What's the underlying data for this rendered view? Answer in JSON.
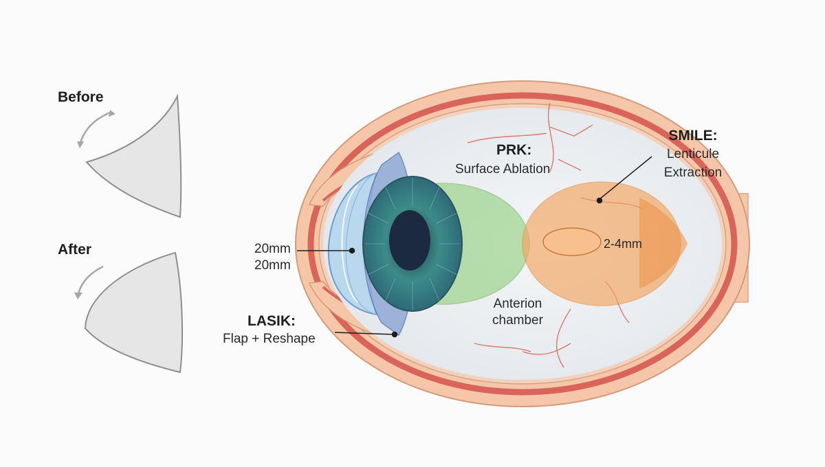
{
  "shape_panel": {
    "before_label": "Before",
    "after_label": "After"
  },
  "labels": {
    "prk_title": "PRK:",
    "prk_subtitle": "Surface Ablation",
    "smile_title": "SMILE:",
    "smile_line1": "Lenticule",
    "smile_line2": "Extraction",
    "lasik_title": "LASIK:",
    "lasik_subtitle": "Flap + Reshape",
    "dimension_line1": "20mm",
    "dimension_line2": "20mm",
    "lens_dimension": "2-4mm",
    "chamber_line1": "Anterion",
    "chamber_line2": "chamber"
  },
  "colors": {
    "background": "#fbfbfb",
    "sclera_outer": "#f6c6a8",
    "sclera_stripe": "#d9645a",
    "eyeball_interior": "#eceff2",
    "cornea": "#b9d8ee",
    "cornea_band": "#8fa9d6",
    "iris": "#3f8f8a",
    "pupil": "#1b2a3e",
    "green_zone": "#8fcf7a",
    "orange_zone": "#f3a45e",
    "shape_fill": "#e6e6e6",
    "arrow_gray": "#a6a6a6"
  }
}
